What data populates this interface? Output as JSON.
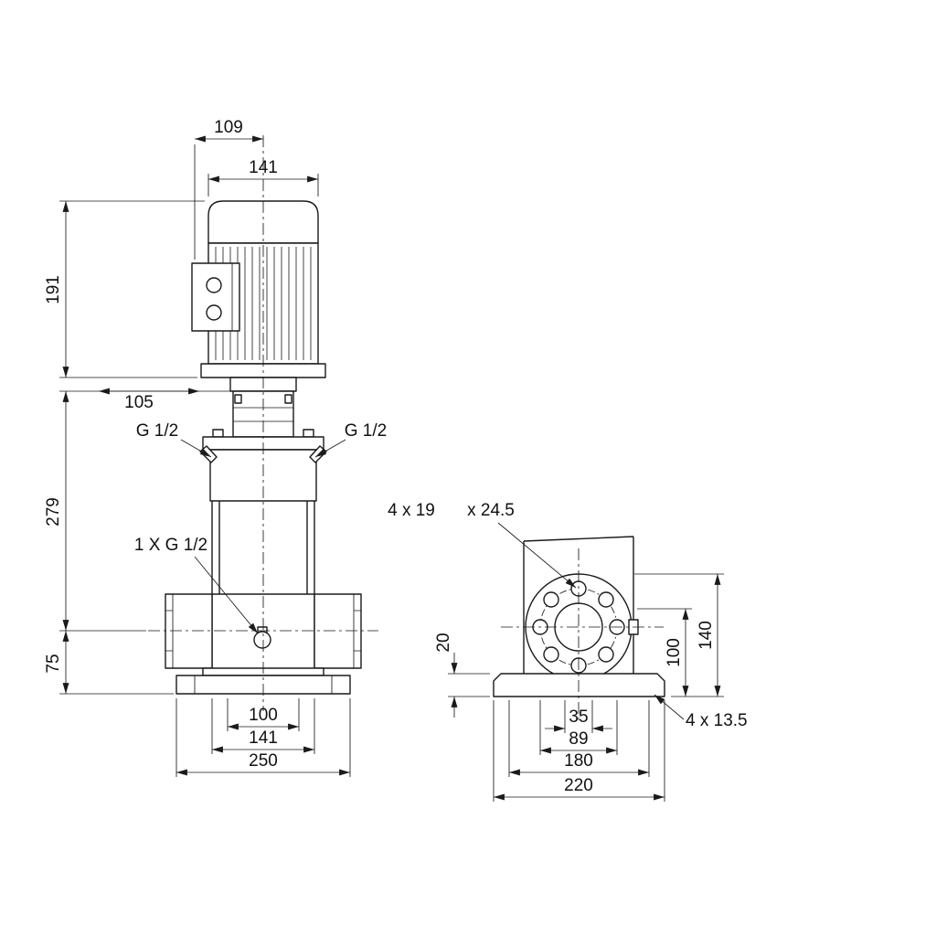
{
  "page": {
    "background": "#ffffff",
    "ink": "#1a1a1a"
  },
  "front_view": {
    "dim_motor_box_width": "109",
    "dim_motor_width": "141",
    "dim_motor_height": "191",
    "dim_head_offset": "105",
    "dim_pump_height": "279",
    "dim_port_height": "75",
    "dim_base_hole_span": "100",
    "dim_base_step_width": "141",
    "dim_base_length": "250",
    "label_left_plug": "G 1/2",
    "label_right_plug": "G 1/2",
    "label_drain_plug": "1 X G 1/2"
  },
  "side_view": {
    "label_flange_holes": "4 x 19",
    "label_flange_spotface": "x 24.5",
    "label_base_holes": "4 x 13.5",
    "dim_base_thickness": "20",
    "dim_port_center_height": "100",
    "dim_flange_height": "140",
    "dim_port_hole_span": "35",
    "dim_bolt_circle": "89",
    "dim_base_hole_spacing": "180",
    "dim_base_width": "220"
  }
}
